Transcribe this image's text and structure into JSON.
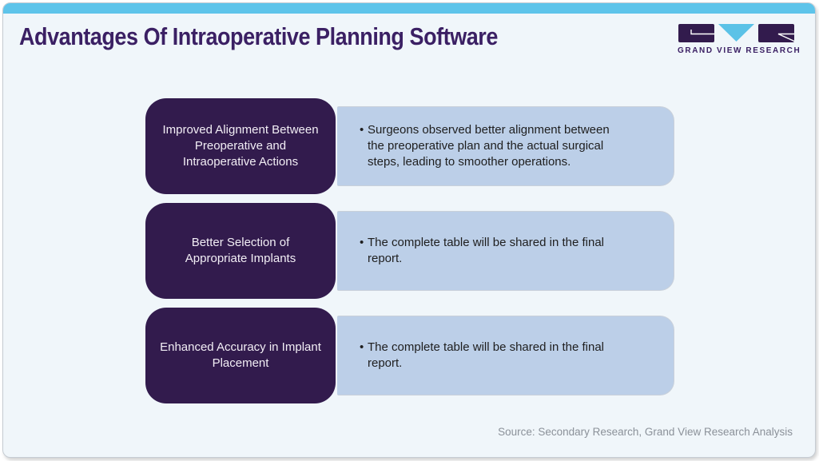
{
  "page": {
    "title": "Advantages Of Intraoperative Planning Software",
    "source_note": "Source: Secondary Research, Grand View Research Analysis",
    "colors": {
      "topbar": "#5ec4ea",
      "card_background": "#f0f6fa",
      "title_text": "#3b2064",
      "dark_box": "#321b4d",
      "light_box": "#bccfe8",
      "body_text": "#1e1e1e",
      "source_text": "#8b9199"
    }
  },
  "logo": {
    "brand": "GRAND VIEW RESEARCH",
    "icon": "gvr-logo",
    "colors": {
      "purple": "#321b4d",
      "blue": "#5bc2e7"
    }
  },
  "rows": [
    {
      "label_lines": [
        "Improved Alignment Between",
        "Preoperative and",
        "Intraoperative Actions"
      ],
      "bullet": "•",
      "text_lines": [
        "Surgeons observed better alignment between",
        "the preoperative plan and the actual surgical",
        "steps, leading to smoother operations."
      ]
    },
    {
      "label_lines": [
        "Better Selection of",
        "Appropriate Implants"
      ],
      "bullet": "•",
      "text_lines": [
        "The complete table will be shared in the final",
        "report."
      ]
    },
    {
      "label_lines": [
        "Enhanced Accuracy in Implant",
        "Placement"
      ],
      "bullet": "•",
      "text_lines": [
        "The complete table will be shared in the final",
        "report."
      ]
    }
  ]
}
